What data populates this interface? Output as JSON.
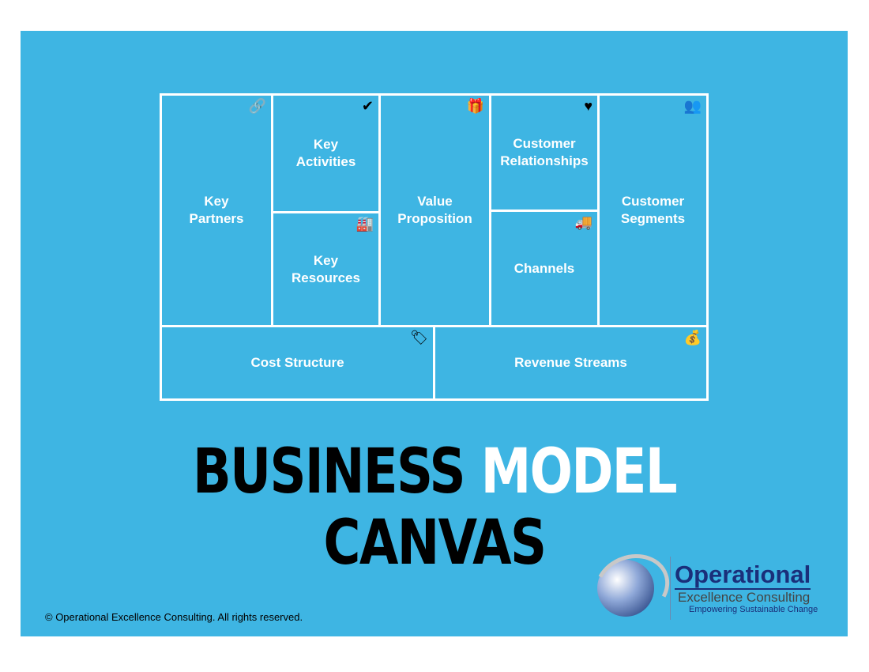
{
  "canvas": {
    "key_partners": {
      "label": "Key\nPartners",
      "icon": "link-icon"
    },
    "key_activities": {
      "label": "Key\nActivities",
      "icon": "check-circle-icon"
    },
    "key_resources": {
      "label": "Key\nResources",
      "icon": "factory-icon"
    },
    "value_proposition": {
      "label": "Value\nProposition",
      "icon": "gift-icon"
    },
    "customer_relationships": {
      "label": "Customer\nRelationships",
      "icon": "heart-icon"
    },
    "channels": {
      "label": "Channels",
      "icon": "truck-icon"
    },
    "customer_segments": {
      "label": "Customer\nSegments",
      "icon": "users-icon"
    },
    "cost_structure": {
      "label": "Cost Structure",
      "icon": "tag-icon"
    },
    "revenue_streams": {
      "label": "Revenue Streams",
      "icon": "money-bag-icon"
    }
  },
  "title": {
    "part1": "BUSINESS ",
    "part2": "MODEL",
    "part3": " CANVAS"
  },
  "copyright": "© Operational Excellence Consulting.  All rights reserved.",
  "logo": {
    "line1": "Operational",
    "line2": "Excellence Consulting",
    "line3": "Empowering Sustainable Change"
  },
  "colors": {
    "background": "#3eb5e3",
    "lines": "#ffffff"
  }
}
